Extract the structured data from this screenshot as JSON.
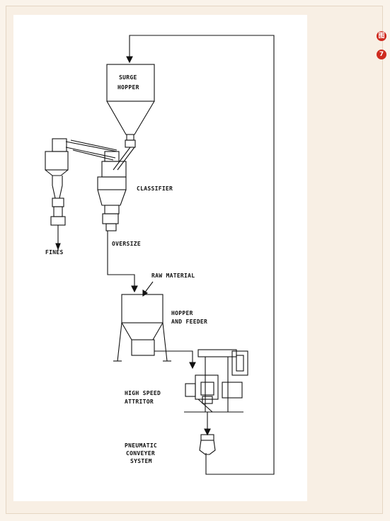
{
  "badges": {
    "top": "图",
    "bottom": "7"
  },
  "diagram": {
    "labels": {
      "surge_hopper_1": "SURGE",
      "surge_hopper_2": "HOPPER",
      "classifier": "CLASSIFIER",
      "fines": "FINES",
      "oversize": "OVERSIZE",
      "raw_material": "RAW MATERIAL",
      "hopper_feeder_1": "HOPPER",
      "hopper_feeder_2": "AND FEEDER",
      "attritor_1": "HIGH SPEED",
      "attritor_2": "ATTRITOR",
      "pneumatic_1": "PNEUMATIC",
      "pneumatic_2": "CONVEYER",
      "pneumatic_3": "SYSTEM"
    }
  }
}
